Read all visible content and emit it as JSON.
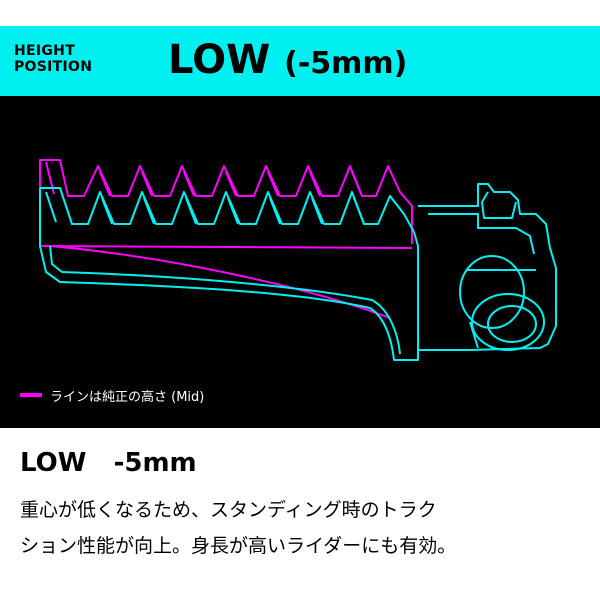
{
  "header": {
    "label_line1": "HEIGHT",
    "label_line2": "POSITION",
    "title_main": "LOW",
    "title_paren": "(-5mm)",
    "bg_color": "#00f0f0"
  },
  "diagram": {
    "legend_text": "ラインは純正の高さ (Mid)",
    "legend_color": "#ff00ff",
    "outline_color": "#00f0f0",
    "icons": [
      "footpeg-outline-drawing"
    ]
  },
  "body": {
    "subtitle": "LOW   -5mm",
    "description_line1": "重心が低くなるため、スタンディング時のトラク",
    "description_line2": "ション性能が向上。身長が高いライダーにも有効。"
  }
}
